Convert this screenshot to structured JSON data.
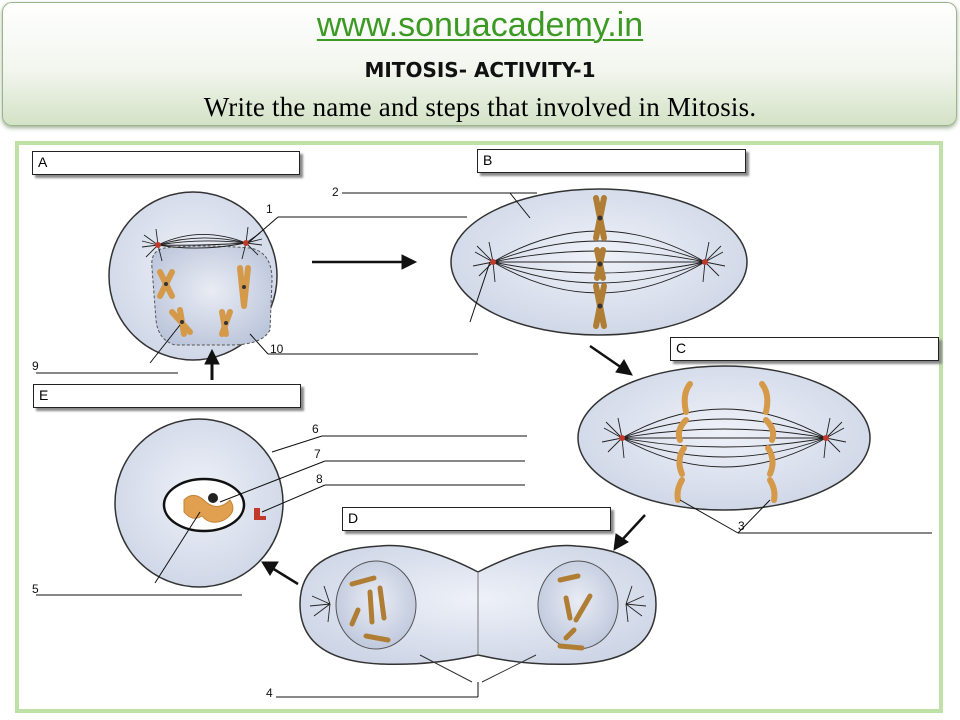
{
  "header": {
    "site_url": "www.sonuacademy.in",
    "title": "MITOSIS- ACTIVITY-1",
    "instruction": "Write the name and steps that involved in Mitosis."
  },
  "stage_boxes": [
    {
      "letter": "A"
    },
    {
      "letter": "B"
    },
    {
      "letter": "C"
    },
    {
      "letter": "D"
    },
    {
      "letter": "E"
    }
  ],
  "labels": [
    "1",
    "2",
    "3",
    "4",
    "5",
    "6",
    "7",
    "8",
    "9",
    "10"
  ],
  "colors": {
    "url_green": "#3c9a24",
    "panel_border": "#bfe0a6",
    "cell_fill": "#dde3f0",
    "chromosome": "#d49a4a",
    "centrosome": "#c0392b"
  }
}
